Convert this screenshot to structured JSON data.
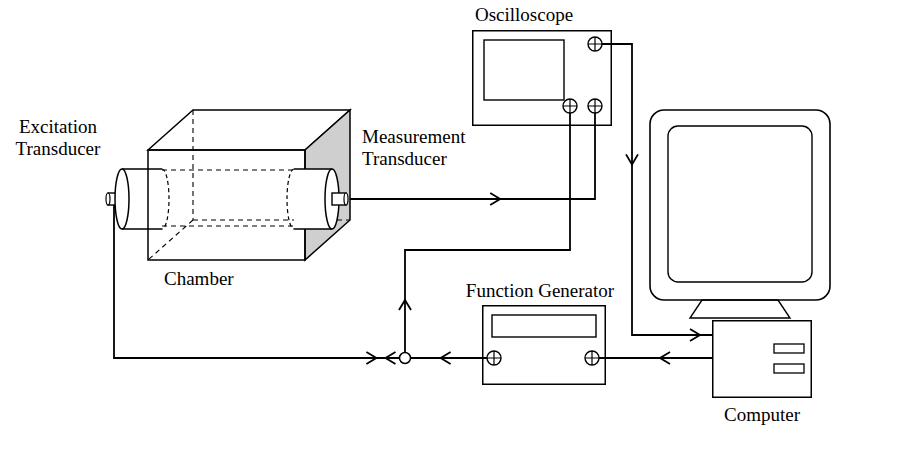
{
  "diagram": {
    "nodes": [
      {
        "text": [
          "Excitation Transducer"
        ]
      },
      {
        "text": [
          "Chamber"
        ]
      },
      {
        "text": [
          "Measurement Transducer"
        ]
      },
      {
        "text": [
          "Oscilloscope"
        ]
      },
      {
        "text": [
          "Function Generator"
        ]
      },
      {
        "text": [
          "Computer"
        ]
      }
    ],
    "edges": [
      {
        "from": 4,
        "to": 0,
        "arrow": "to"
      },
      {
        "from": 4,
        "to": 3,
        "arrow": "to"
      },
      {
        "from": 2,
        "to": 3,
        "arrow": "to"
      },
      {
        "from": 3,
        "to": 5,
        "arrow": "to"
      },
      {
        "from": 5,
        "to": 4,
        "arrow": "to"
      }
    ]
  }
}
